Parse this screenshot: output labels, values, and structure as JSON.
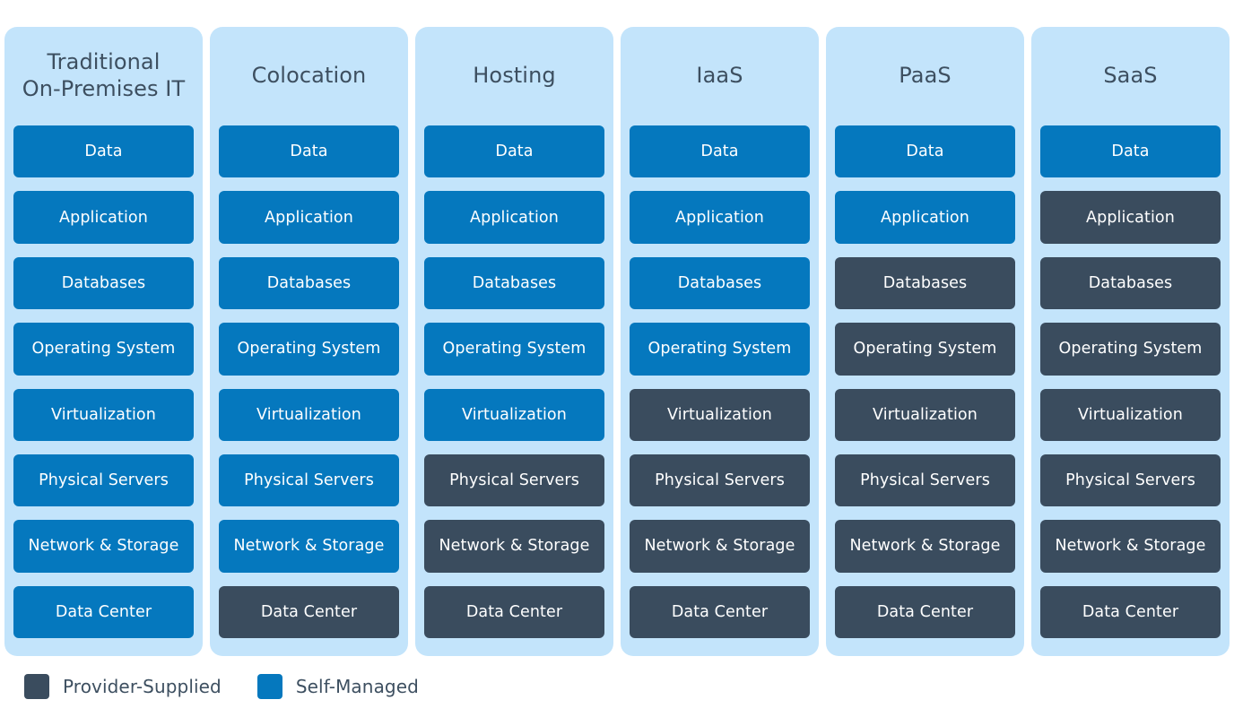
{
  "diagram": {
    "title_text_color": "#3d4f60",
    "card_background": "#c3e4fb",
    "page_background": "#ffffff",
    "colors": {
      "self_managed": "#0578be",
      "provider_supplied": "#3a4c5e"
    },
    "layer_names": [
      "Data",
      "Application",
      "Databases",
      "Operating System",
      "Virtualization",
      "Physical Servers",
      "Network & Storage",
      "Data Center"
    ],
    "columns": [
      {
        "id": "traditional-on-premises-it",
        "title": "Traditional\nOn-Premises IT",
        "layers": [
          {
            "label": "Data",
            "owner": "self"
          },
          {
            "label": "Application",
            "owner": "self"
          },
          {
            "label": "Databases",
            "owner": "self"
          },
          {
            "label": "Operating System",
            "owner": "self"
          },
          {
            "label": "Virtualization",
            "owner": "self"
          },
          {
            "label": "Physical Servers",
            "owner": "self"
          },
          {
            "label": "Network & Storage",
            "owner": "self"
          },
          {
            "label": "Data Center",
            "owner": "self"
          }
        ]
      },
      {
        "id": "colocation",
        "title": "Colocation",
        "layers": [
          {
            "label": "Data",
            "owner": "self"
          },
          {
            "label": "Application",
            "owner": "self"
          },
          {
            "label": "Databases",
            "owner": "self"
          },
          {
            "label": "Operating System",
            "owner": "self"
          },
          {
            "label": "Virtualization",
            "owner": "self"
          },
          {
            "label": "Physical Servers",
            "owner": "self"
          },
          {
            "label": "Network & Storage",
            "owner": "self"
          },
          {
            "label": "Data Center",
            "owner": "provider"
          }
        ]
      },
      {
        "id": "hosting",
        "title": "Hosting",
        "layers": [
          {
            "label": "Data",
            "owner": "self"
          },
          {
            "label": "Application",
            "owner": "self"
          },
          {
            "label": "Databases",
            "owner": "self"
          },
          {
            "label": "Operating System",
            "owner": "self"
          },
          {
            "label": "Virtualization",
            "owner": "self"
          },
          {
            "label": "Physical Servers",
            "owner": "provider"
          },
          {
            "label": "Network & Storage",
            "owner": "provider"
          },
          {
            "label": "Data Center",
            "owner": "provider"
          }
        ]
      },
      {
        "id": "iaas",
        "title": "IaaS",
        "layers": [
          {
            "label": "Data",
            "owner": "self"
          },
          {
            "label": "Application",
            "owner": "self"
          },
          {
            "label": "Databases",
            "owner": "self"
          },
          {
            "label": "Operating System",
            "owner": "self"
          },
          {
            "label": "Virtualization",
            "owner": "provider"
          },
          {
            "label": "Physical Servers",
            "owner": "provider"
          },
          {
            "label": "Network & Storage",
            "owner": "provider"
          },
          {
            "label": "Data Center",
            "owner": "provider"
          }
        ]
      },
      {
        "id": "paas",
        "title": "PaaS",
        "layers": [
          {
            "label": "Data",
            "owner": "self"
          },
          {
            "label": "Application",
            "owner": "self"
          },
          {
            "label": "Databases",
            "owner": "provider"
          },
          {
            "label": "Operating System",
            "owner": "provider"
          },
          {
            "label": "Virtualization",
            "owner": "provider"
          },
          {
            "label": "Physical Servers",
            "owner": "provider"
          },
          {
            "label": "Network & Storage",
            "owner": "provider"
          },
          {
            "label": "Data Center",
            "owner": "provider"
          }
        ]
      },
      {
        "id": "saas",
        "title": "SaaS",
        "layers": [
          {
            "label": "Data",
            "owner": "self"
          },
          {
            "label": "Application",
            "owner": "provider"
          },
          {
            "label": "Databases",
            "owner": "provider"
          },
          {
            "label": "Operating System",
            "owner": "provider"
          },
          {
            "label": "Virtualization",
            "owner": "provider"
          },
          {
            "label": "Physical Servers",
            "owner": "provider"
          },
          {
            "label": "Network & Storage",
            "owner": "provider"
          },
          {
            "label": "Data Center",
            "owner": "provider"
          }
        ]
      }
    ],
    "legend": [
      {
        "id": "provider-supplied",
        "label": "Provider-Supplied",
        "color": "#3a4c5e"
      },
      {
        "id": "self-managed",
        "label": "Self-Managed",
        "color": "#0578be"
      }
    ]
  }
}
